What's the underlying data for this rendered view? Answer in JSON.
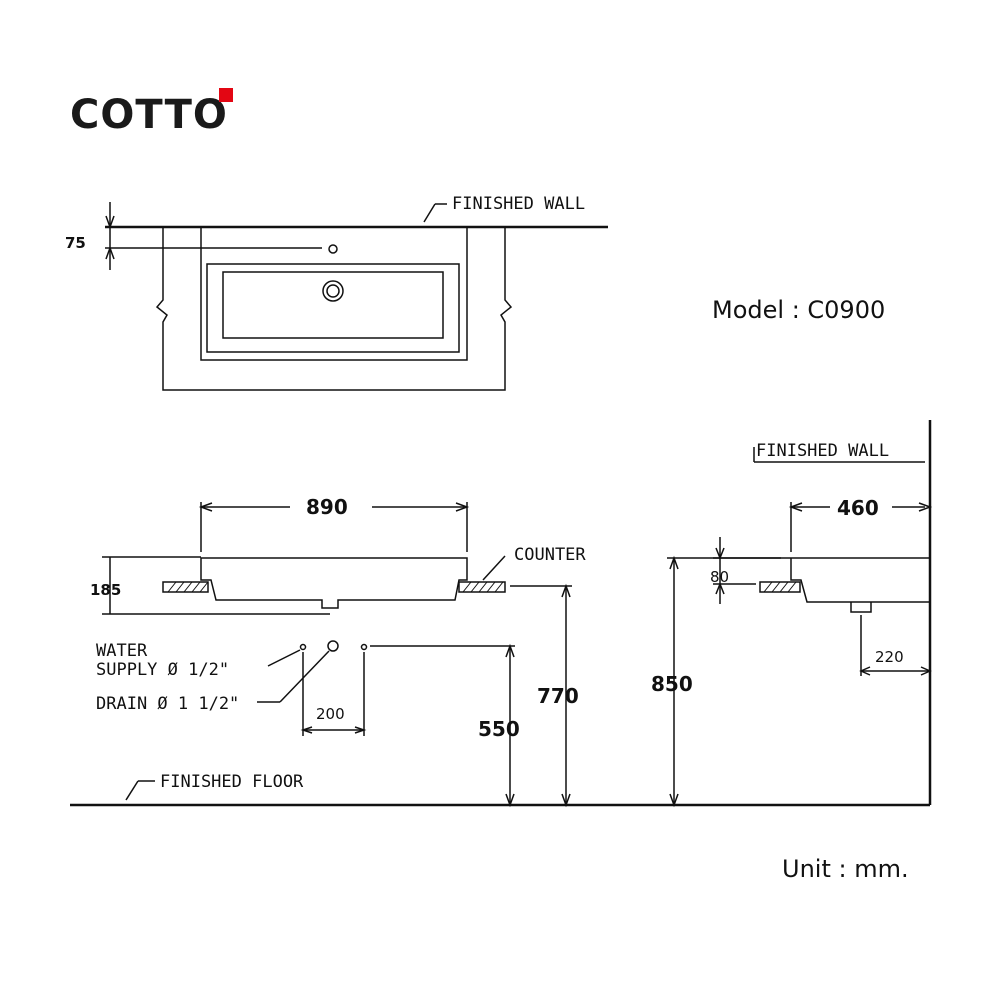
{
  "brand": {
    "name": "COTTO"
  },
  "model": "Model : C0900",
  "unit": "Unit : mm.",
  "labels": {
    "finished_wall_top": "FINISHED WALL",
    "finished_wall_side": "FINISHED WALL",
    "counter": "COUNTER",
    "finished_floor": "FINISHED FLOOR",
    "water_supply_line1": "WATER",
    "water_supply_line2": "SUPPLY Ø 1/2\"",
    "drain": "DRAIN Ø 1 1/2\""
  },
  "dimensions": {
    "wall_offset": "75",
    "width": "890",
    "height_total": "185",
    "supply_spacing": "200",
    "supply_height": "550",
    "counter_height": "770",
    "depth": "460",
    "rim_height": "80",
    "drain_offset": "220",
    "top_height": "850"
  },
  "colors": {
    "brand_accent": "#e30613",
    "line": "#111111"
  }
}
